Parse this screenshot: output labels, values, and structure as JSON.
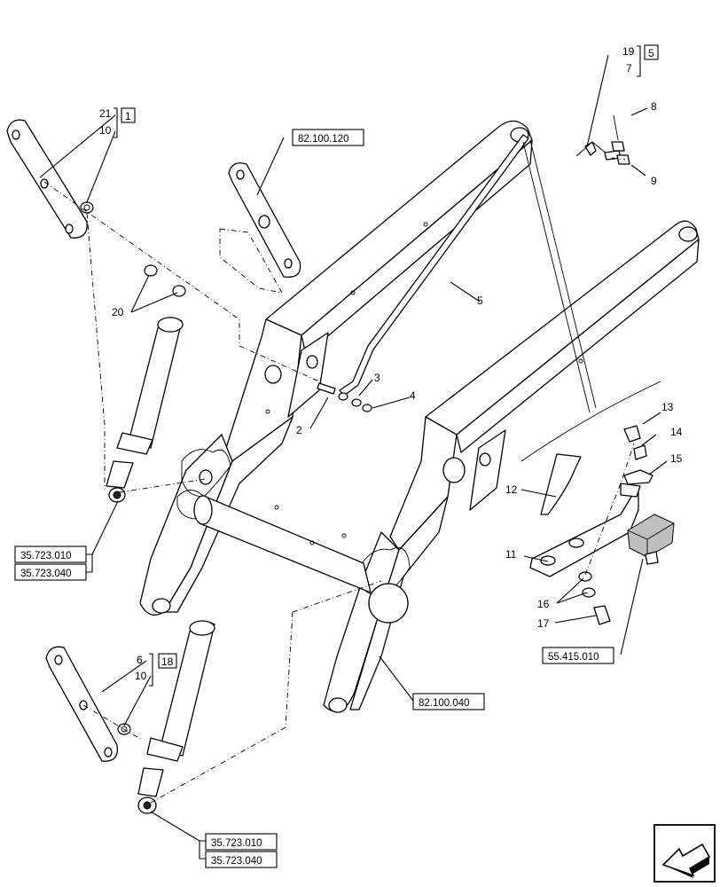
{
  "callouts": {
    "c21": "21",
    "c1": "1",
    "c10a": "10",
    "c20": "20",
    "c19": "19",
    "c5box": "5",
    "c7": "7",
    "c8": "8",
    "c9": "9",
    "c5": "5",
    "c3": "3",
    "c4": "4",
    "c2": "2",
    "c13": "13",
    "c14": "14",
    "c15": "15",
    "c12": "12",
    "c11": "11",
    "c16": "16",
    "c17": "17",
    "c6": "6",
    "c18": "18",
    "c10b": "10"
  },
  "references": {
    "r_82100120": "82.100.120",
    "r_35723010_a": "35.723.010",
    "r_35723040_a": "35.723.040",
    "r_55415010": "55.415.010",
    "r_82100040": "82.100.040",
    "r_35723010_b": "35.723.010",
    "r_35723040_b": "35.723.040"
  },
  "icons": {
    "navigation": "previous-page-arrow-icon"
  }
}
